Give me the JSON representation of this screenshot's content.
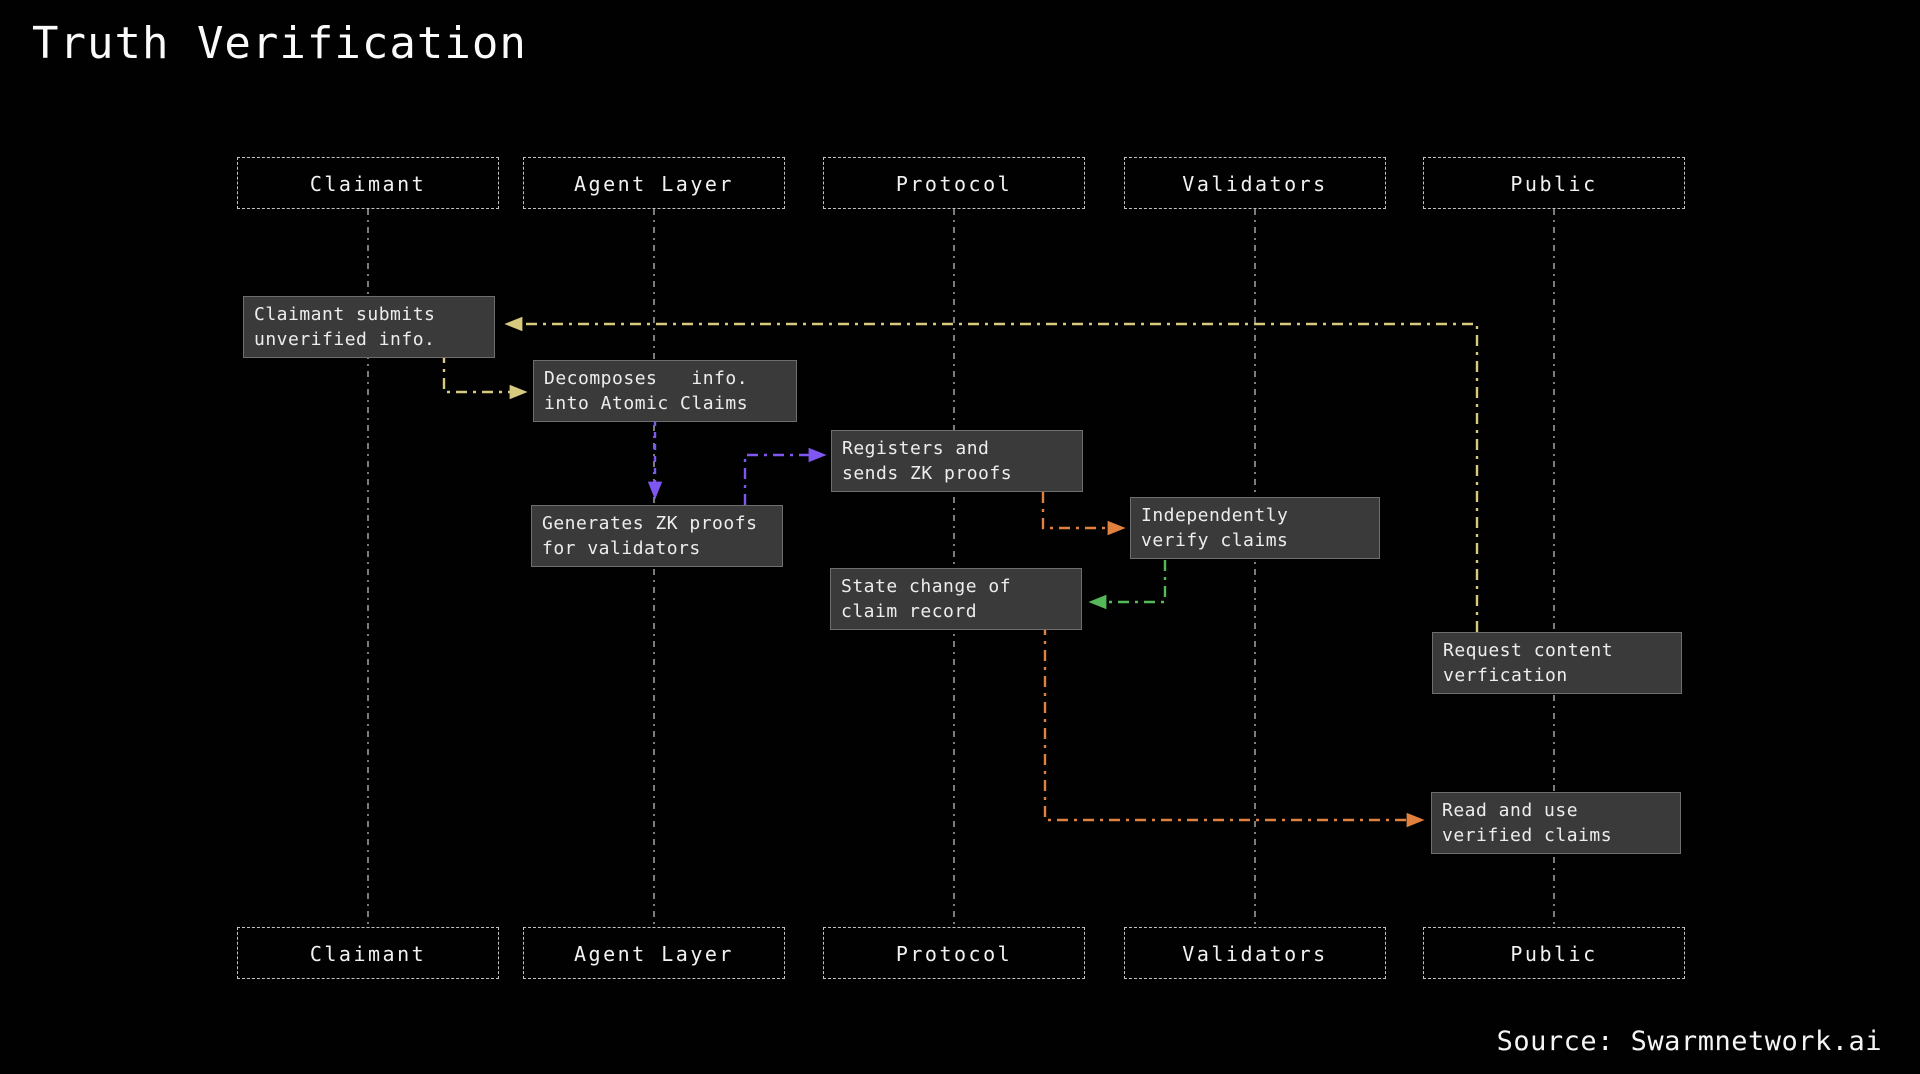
{
  "title": "Truth Verification",
  "source": "Source: Swarmnetwork.ai",
  "lanes": [
    {
      "id": "claimant",
      "label": "Claimant"
    },
    {
      "id": "agent-layer",
      "label": "Agent Layer"
    },
    {
      "id": "protocol",
      "label": "Protocol"
    },
    {
      "id": "validators",
      "label": "Validators"
    },
    {
      "id": "public",
      "label": "Public"
    }
  ],
  "messages": [
    {
      "id": "claimant-submits",
      "lane": "claimant",
      "line1": "Claimant submits",
      "line2": "unverified info."
    },
    {
      "id": "decomposes",
      "lane": "agent-layer",
      "line1": "Decomposes   info.",
      "line2": "into Atomic Claims"
    },
    {
      "id": "registers",
      "lane": "protocol",
      "line1": "Registers and",
      "line2": "sends ZK proofs"
    },
    {
      "id": "generates",
      "lane": "agent-layer",
      "line1": "Generates ZK proofs",
      "line2": "for validators"
    },
    {
      "id": "independently",
      "lane": "validators",
      "line1": "Independently",
      "line2": "verify claims"
    },
    {
      "id": "state-change",
      "lane": "protocol",
      "line1": "State change of",
      "line2": "claim record"
    },
    {
      "id": "request-content",
      "lane": "public",
      "line1": "Request content",
      "line2": "verfication"
    },
    {
      "id": "read-use",
      "lane": "public",
      "line1": "Read and use",
      "line2": "verified claims"
    }
  ],
  "edges": [
    {
      "from": "request-content",
      "to": "claimant-submits",
      "color": "#d7c97d"
    },
    {
      "from": "claimant-submits",
      "to": "decomposes",
      "color": "#d7c97d"
    },
    {
      "from": "decomposes",
      "to": "generates",
      "color": "#7e57f0"
    },
    {
      "from": "generates",
      "to": "registers",
      "color": "#7e57f0"
    },
    {
      "from": "registers",
      "to": "independently",
      "color": "#e2813f"
    },
    {
      "from": "independently",
      "to": "state-change",
      "color": "#55b95a"
    },
    {
      "from": "state-change",
      "to": "read-use",
      "color": "#e2813f"
    }
  ],
  "colors": {
    "background": "#000000",
    "box_fill": "#3a3a3a",
    "box_border": "#6e6e6e",
    "lane_border": "#c3c3c3",
    "lane_rail": "#9a9a9a",
    "text": "#ededed",
    "yellow": "#d7c97d",
    "purple": "#7e57f0",
    "orange": "#e2813f",
    "green": "#55b95a"
  }
}
